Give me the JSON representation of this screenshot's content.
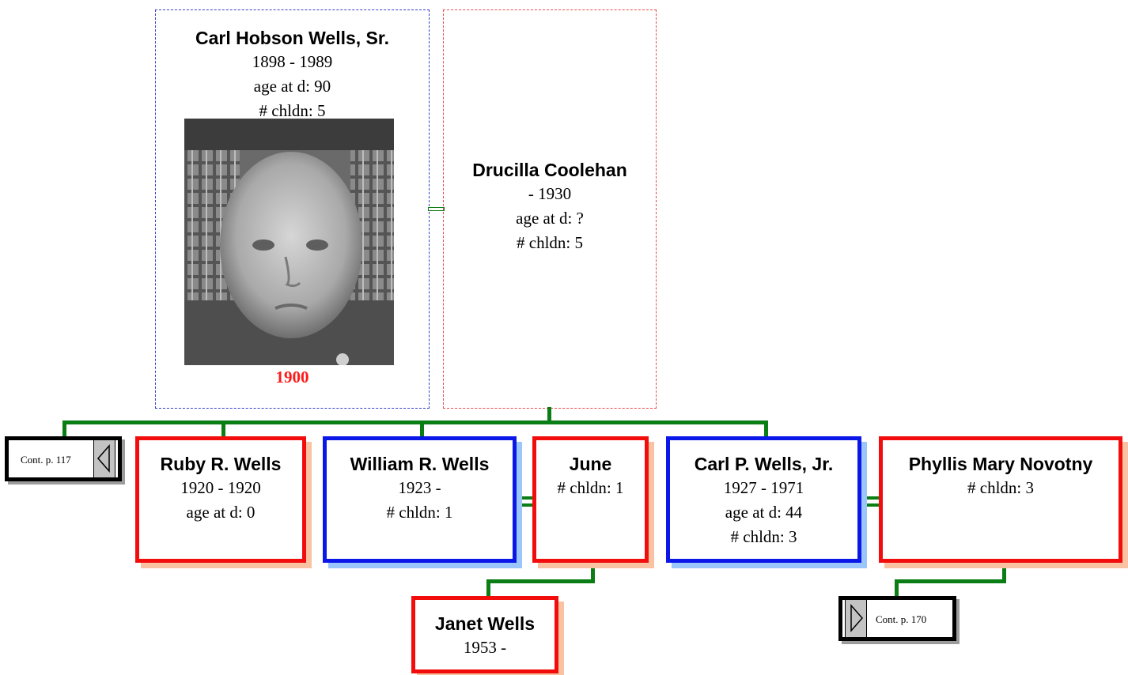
{
  "father": {
    "name": "Carl Hobson Wells, Sr.",
    "dates": "1898 - 1989",
    "age": "age at d: 90",
    "children": "# chldn: 5",
    "photo_icon": "portrait-photo",
    "photo_year": "1900"
  },
  "mother": {
    "name": "Drucilla Coolehan",
    "dates": "- 1930",
    "age": "age at d: ?",
    "children": "# chldn: 5"
  },
  "children": [
    {
      "name": "Ruby R. Wells",
      "dates": "1920 - 1920",
      "age": "age at d: 0"
    },
    {
      "name": "William R. Wells",
      "dates": "1923 -",
      "children": "# chldn: 1"
    },
    {
      "name": "Carl P. Wells, Jr.",
      "dates": "1927 - 1971",
      "age": "age at d: 44",
      "children": "# chldn: 3"
    }
  ],
  "spouses": [
    {
      "name": "June",
      "children": "# chldn: 1"
    },
    {
      "name": "Phyllis Mary Novotny",
      "children": "# chldn: 3"
    }
  ],
  "grandchild": {
    "name": "Janet Wells",
    "dates": "1953 -"
  },
  "continuations": {
    "left": "Cont. p. 117",
    "right": "Cont. p. 170"
  },
  "colors": {
    "male_border": "#0a17e6",
    "female_border": "#f20d0d",
    "connector": "#0a7d14"
  }
}
